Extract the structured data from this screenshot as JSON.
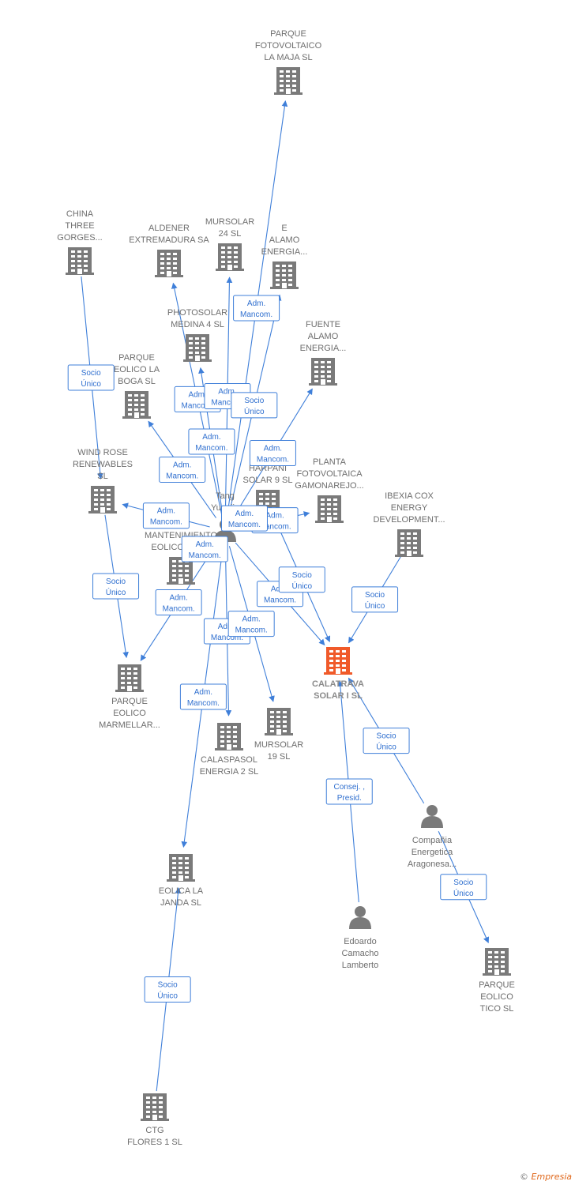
{
  "colors": {
    "edge": "#3f7fd9",
    "building": "#7a7a7a",
    "focus": "#f05a2a",
    "person": "#7a7a7a"
  },
  "nodes": [
    {
      "id": "maja",
      "kind": "company",
      "label": [
        "PARQUE",
        "FOTOVOLTAICO",
        "LA MAJA  SL"
      ]
    },
    {
      "id": "china",
      "kind": "company",
      "label": [
        "CHINA",
        "THREE",
        "GORGES..."
      ]
    },
    {
      "id": "aldener",
      "kind": "company",
      "label": [
        "ALDENER",
        "EXTREMADURA SA"
      ]
    },
    {
      "id": "mursolar24",
      "kind": "company",
      "label": [
        "MURSOLAR",
        "24 SL"
      ]
    },
    {
      "id": "alamo",
      "kind": "company",
      "label": [
        "E",
        "ALAMO",
        "ENERGIA..."
      ]
    },
    {
      "id": "fuente",
      "kind": "company",
      "label": [
        "FUENTE",
        "ALAMO",
        "ENERGIA..."
      ]
    },
    {
      "id": "photosolar",
      "kind": "company",
      "label": [
        "PHOTOSOLAR",
        "MEDINA 4 SL"
      ]
    },
    {
      "id": "boga",
      "kind": "company",
      "label": [
        "PARQUE",
        "EOLICO LA",
        "BOGA  SL"
      ]
    },
    {
      "id": "windrose",
      "kind": "company",
      "label": [
        "WIND ROSE",
        "RENEWABLES",
        "SL"
      ]
    },
    {
      "id": "planta",
      "kind": "company",
      "label": [
        "PLANTA",
        "FOTOVOLTAICA",
        "GAMONAREJO..."
      ]
    },
    {
      "id": "harpani",
      "kind": "company",
      "label": [
        "HARPANI",
        "SOLAR 9  SL"
      ]
    },
    {
      "id": "ibexia",
      "kind": "company",
      "label": [
        "IBEXIA COX",
        "ENERGY",
        "DEVELOPMENT..."
      ]
    },
    {
      "id": "tang",
      "kind": "person",
      "label": [
        "Tang",
        "Yuanjie"
      ]
    },
    {
      "id": "mantenimiento",
      "kind": "company",
      "label": [
        "MANTENIMIENTO",
        "EOLICO DEL..."
      ]
    },
    {
      "id": "calatrava",
      "kind": "focus",
      "label": [
        "CALATRAVA",
        "SOLAR I  SL"
      ]
    },
    {
      "id": "marmellar",
      "kind": "company",
      "label": [
        "PARQUE",
        "EOLICO",
        "MARMELLAR..."
      ]
    },
    {
      "id": "calaspasol",
      "kind": "company",
      "label": [
        "CALASPASOL",
        "ENERGIA 2  SL"
      ]
    },
    {
      "id": "mursolar19",
      "kind": "company",
      "label": [
        "MURSOLAR",
        "19 SL"
      ]
    },
    {
      "id": "compania",
      "kind": "person",
      "label": [
        "Compañia",
        "Energetica",
        "Aragonesa..."
      ]
    },
    {
      "id": "janda",
      "kind": "company",
      "label": [
        "EOLICA LA",
        "JANDA SL"
      ]
    },
    {
      "id": "edoardo",
      "kind": "person",
      "label": [
        "Edoardo",
        "Camacho",
        "Lamberto"
      ]
    },
    {
      "id": "tico",
      "kind": "company",
      "label": [
        "PARQUE",
        "EOLICO",
        "TICO  SL"
      ]
    },
    {
      "id": "ctg",
      "kind": "company",
      "label": [
        "CTG",
        "FLORES 1  SL"
      ]
    }
  ],
  "edges": [
    {
      "from": "tang",
      "to": "maja",
      "label": [
        "Adm.",
        "Mancom."
      ]
    },
    {
      "from": "china",
      "to": "windrose",
      "label": [
        "Socio",
        "Único"
      ]
    },
    {
      "from": "tang",
      "to": "aldener",
      "label": [
        "Adm.",
        "Mancom."
      ]
    },
    {
      "from": "tang",
      "to": "mursolar24",
      "label": [
        "Adm.",
        "Mancom."
      ]
    },
    {
      "from": "tang",
      "to": "alamo",
      "label": [
        "Socio",
        "Único"
      ]
    },
    {
      "from": "tang",
      "to": "fuente",
      "label": [
        "Adm.",
        "Mancom."
      ]
    },
    {
      "from": "tang",
      "to": "photosolar",
      "label": [
        "Adm.",
        "Mancom."
      ]
    },
    {
      "from": "tang",
      "to": "boga",
      "label": [
        "Adm.",
        "Mancom."
      ]
    },
    {
      "from": "tang",
      "to": "windrose",
      "label": [
        "Adm.",
        "Mancom."
      ]
    },
    {
      "from": "tang",
      "to": "planta",
      "label": [
        "Adm.",
        "Mancom."
      ]
    },
    {
      "from": "tang",
      "to": "harpani",
      "label": [
        "Adm.",
        "Mancom."
      ]
    },
    {
      "from": "tang",
      "to": "calatrava",
      "label": [
        "Adm.",
        "Mancom."
      ]
    },
    {
      "from": "tang",
      "to": "mantenimiento",
      "label": [
        "Adm.",
        "Mancom."
      ]
    },
    {
      "from": "tang",
      "to": "marmellar",
      "label": [
        "Adm.",
        "Mancom."
      ]
    },
    {
      "from": "tang",
      "to": "calaspasol",
      "label": [
        "Adm.",
        "Mancom."
      ]
    },
    {
      "from": "tang",
      "to": "mursolar19",
      "label": [
        "Adm.",
        "Mancom."
      ]
    },
    {
      "from": "tang",
      "to": "janda",
      "label": [
        "Adm.",
        "Mancom."
      ]
    },
    {
      "from": "windrose",
      "to": "marmellar",
      "label": [
        "Socio",
        "Único"
      ]
    },
    {
      "from": "ibexia",
      "to": "calatrava",
      "label": [
        "Socio",
        "Único"
      ]
    },
    {
      "from": "compania",
      "to": "calatrava",
      "label": [
        "Socio",
        "Único"
      ]
    },
    {
      "from": "edoardo",
      "to": "calatrava",
      "label": [
        "Consej. ,",
        "Presid."
      ]
    },
    {
      "from": "compania",
      "to": "tico",
      "label": [
        "Socio",
        "Único"
      ]
    },
    {
      "from": "ctg",
      "to": "janda",
      "label": [
        "Socio",
        "Único"
      ]
    },
    {
      "from": "harpani",
      "to": "calatrava",
      "label": [
        "Socio",
        "Único"
      ]
    }
  ],
  "footer": {
    "copyright": "©",
    "brand": "Empresia"
  }
}
